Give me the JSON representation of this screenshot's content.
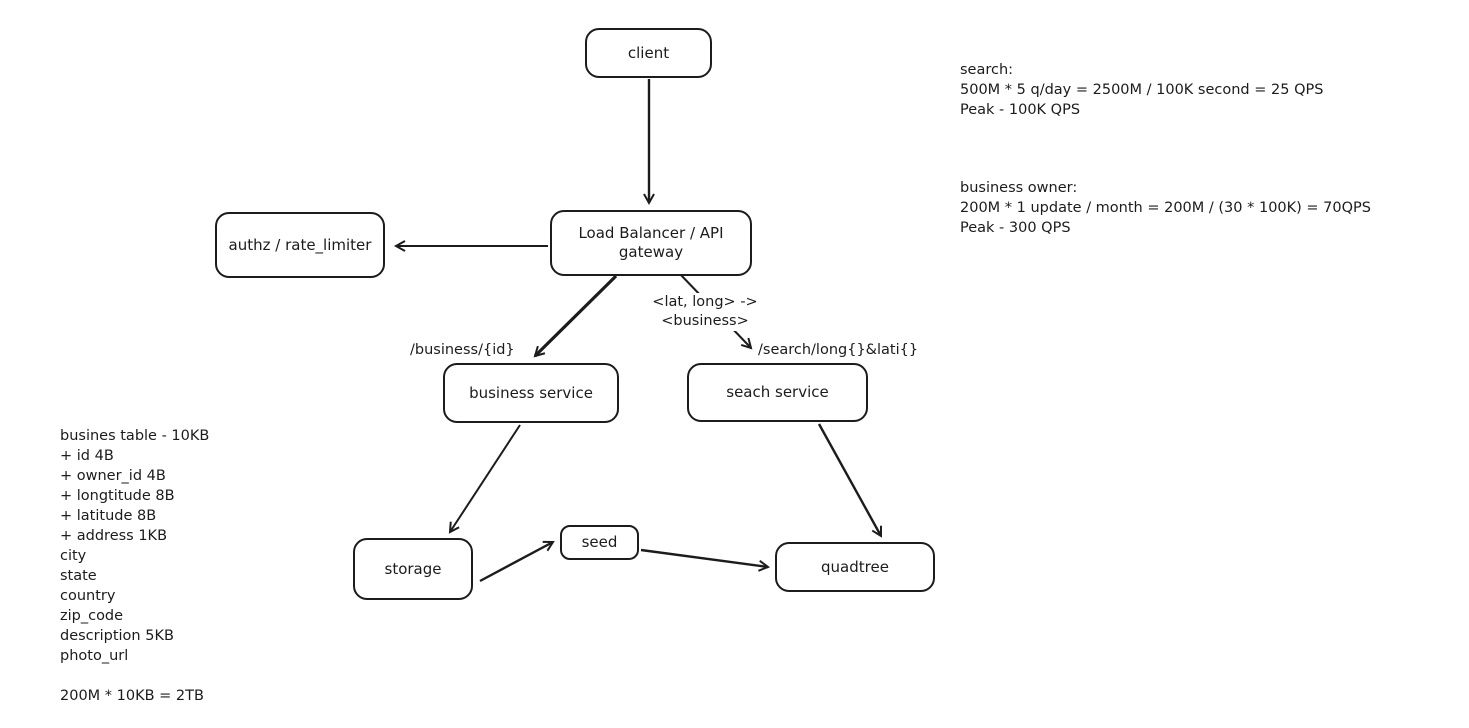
{
  "diagram": {
    "nodes": {
      "client": {
        "label": "client"
      },
      "gateway": {
        "label": "Load Balancer / API gateway"
      },
      "authz": {
        "label": "authz / rate_limiter"
      },
      "business_service": {
        "label": "business service"
      },
      "search_service": {
        "label": "seach service"
      },
      "storage": {
        "label": "storage"
      },
      "seed": {
        "label": "seed"
      },
      "quadtree": {
        "label": "quadtree"
      }
    },
    "edge_labels": {
      "business_path": "/business/{id}",
      "search_path": "/search/long{}&lati{}",
      "latlong_mapping": "<lat, long> ->\n<business>"
    },
    "notes": {
      "search_qps": "search:\n500M * 5 q/day = 2500M / 100K second = 25 QPS\nPeak - 100K QPS",
      "owner_qps": "business owner:\n200M * 1 update / month = 200M / (30 * 100K) = 70QPS\nPeak - 300 QPS",
      "table_size": "busines table - 10KB\n+ id 4B\n+ owner_id 4B\n+ longtitude 8B\n+ latitude 8B\n+ address 1KB\ncity\nstate\ncountry\nzip_code\ndescription 5KB\nphoto_url\n\n200M * 10KB = 2TB"
    },
    "colors": {
      "stroke": "#1c1c1c",
      "background": "#ffffff"
    }
  }
}
